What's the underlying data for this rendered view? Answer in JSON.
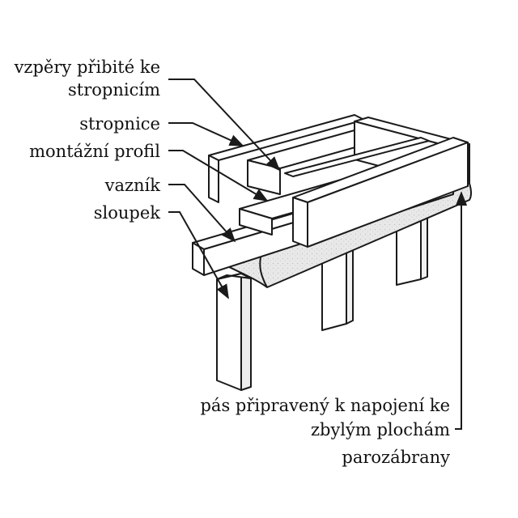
{
  "labels": {
    "vzpery_line1": "vzpěry přibité ke",
    "vzpery_line2": "stropnicím",
    "stropnice": "stropnice",
    "montazni_profil": "montážní profil",
    "vaznik": "vazník",
    "sloupek": "sloupek",
    "pas_line1": "pás připravený k napojení ke",
    "pas_line2": "zbylým plochám",
    "pas_line3": "parozábrany"
  },
  "colors": {
    "stroke": "#1a1a1a",
    "wood": "#ffffff",
    "membrane": "#e6e6e6",
    "text": "#111111"
  }
}
